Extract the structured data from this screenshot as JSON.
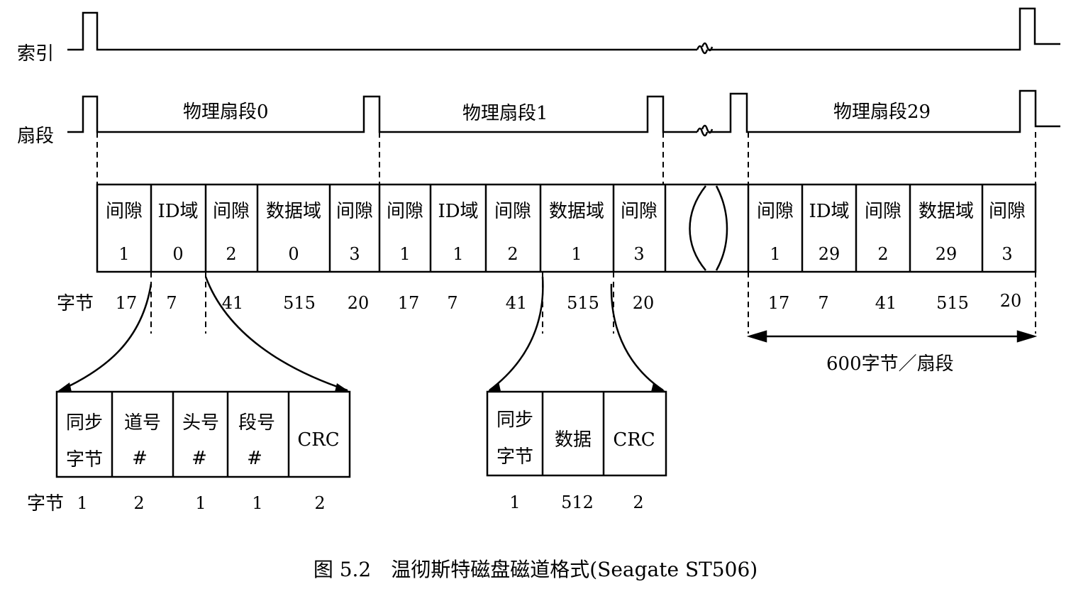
{
  "signals": {
    "index_label": "索引",
    "sector_label": "扇段"
  },
  "sector_titles": [
    "物理扇段0",
    "物理扇段1",
    "物理扇段29"
  ],
  "track_cells": [
    {
      "top": "间隙",
      "bottom": "1"
    },
    {
      "top": "ID域",
      "bottom": "0"
    },
    {
      "top": "间隙",
      "bottom": "2"
    },
    {
      "top": "数据域",
      "bottom": "0"
    },
    {
      "top": "间隙",
      "bottom": "3"
    },
    {
      "top": "间隙",
      "bottom": "1"
    },
    {
      "top": "ID域",
      "bottom": "1"
    },
    {
      "top": "间隙",
      "bottom": "2"
    },
    {
      "top": "数据域",
      "bottom": "1"
    },
    {
      "top": "间隙",
      "bottom": "3"
    },
    {
      "top": "间隙",
      "bottom": "1"
    },
    {
      "top": "ID域",
      "bottom": "29"
    },
    {
      "top": "间隙",
      "bottom": "2"
    },
    {
      "top": "数据域",
      "bottom": "29"
    },
    {
      "top": "间隙",
      "bottom": "3"
    }
  ],
  "bytes_label": "字节",
  "bytes_row": [
    "17",
    "7",
    "41",
    "515",
    "20",
    "17",
    "7",
    "41",
    "515",
    "20",
    "17",
    "7",
    "41",
    "515",
    "20"
  ],
  "sector_total": "600字节／扇段",
  "id_field": {
    "cells": [
      {
        "line1": "同步",
        "line2": "字节"
      },
      {
        "line1": "道号",
        "line2": "#"
      },
      {
        "line1": "头号",
        "line2": "#"
      },
      {
        "line1": "段号",
        "line2": "#"
      },
      {
        "line1": "CRC",
        "line2": ""
      }
    ],
    "bytes_label": "字节",
    "bytes": [
      "1",
      "2",
      "1",
      "1",
      "2"
    ]
  },
  "data_field": {
    "cells": [
      {
        "line1": "同步",
        "line2": "字节"
      },
      {
        "line1": "数据",
        "line2": ""
      },
      {
        "line1": "CRC",
        "line2": ""
      }
    ],
    "bytes": [
      "1",
      "512",
      "2"
    ]
  },
  "caption": "图 5.2　温彻斯特磁盘磁道格式(Seagate ST506)"
}
